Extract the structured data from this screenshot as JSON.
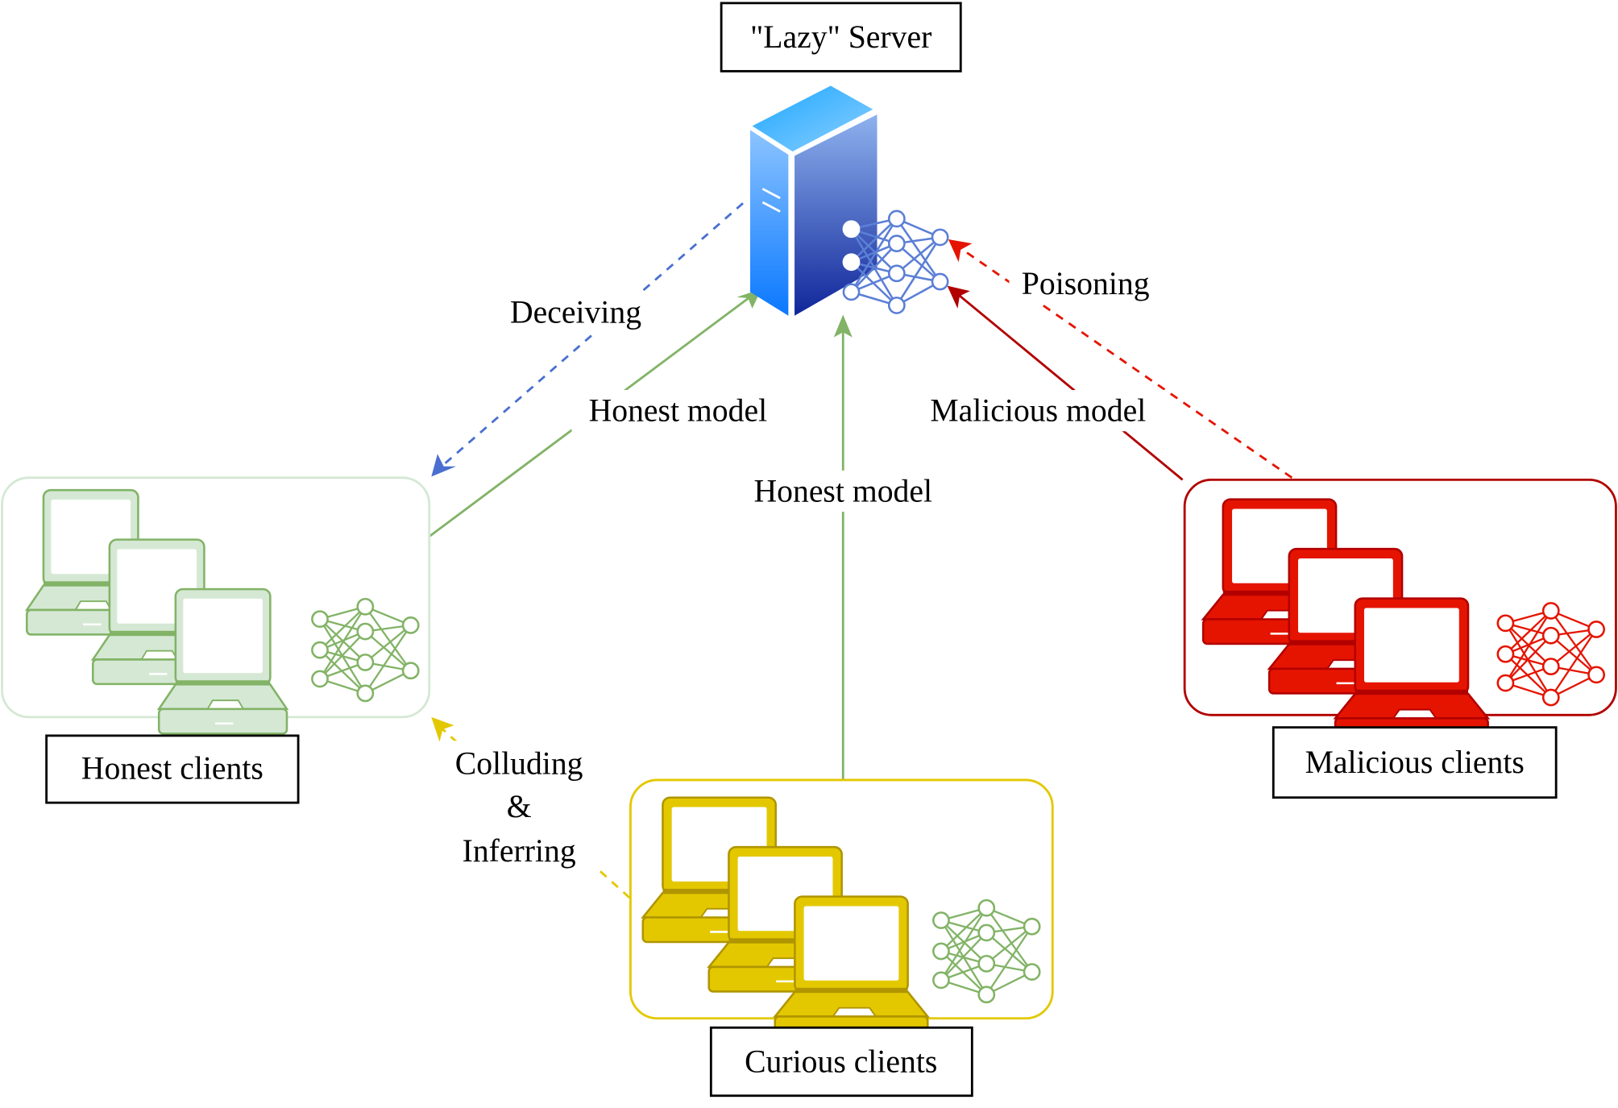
{
  "title": "Lazy server federated learning threat model",
  "server": {
    "label": "\"Lazy\" Server",
    "icon": "server-icon",
    "model_icon": "neural-network-icon",
    "model_color": "#5b7fd6"
  },
  "groups": [
    {
      "id": "honest",
      "label": "Honest clients",
      "laptop_color": "#d5e8d4",
      "laptop_stroke": "#82b366",
      "border_color": "#d5e8d4",
      "model_color": "#82b366",
      "laptop_count": 3
    },
    {
      "id": "curious",
      "label": "Curious clients",
      "laptop_color": "#e3c800",
      "laptop_stroke": "#b09500",
      "border_color": "#e3c800",
      "model_color": "#82b366",
      "laptop_count": 3
    },
    {
      "id": "malicious",
      "label": "Malicious clients",
      "laptop_color": "#e51400",
      "laptop_stroke": "#b20000",
      "border_color": "#b20000",
      "model_color": "#e51400",
      "laptop_count": 3
    }
  ],
  "edges": [
    {
      "id": "deceiving",
      "label": "Deceiving",
      "from": "server",
      "to": "honest",
      "style": "dashed",
      "color": "#4a6fd0"
    },
    {
      "id": "honest-model-honest",
      "label": "Honest model",
      "from": "honest",
      "to": "server",
      "style": "solid",
      "color": "#82b366"
    },
    {
      "id": "honest-model-curious",
      "label": "Honest model",
      "from": "curious",
      "to": "server",
      "style": "solid",
      "color": "#82b366"
    },
    {
      "id": "malicious-model",
      "label": "Malicious model",
      "from": "malicious",
      "to": "server",
      "style": "solid",
      "color": "#b20000"
    },
    {
      "id": "poisoning",
      "label": "Poisoning",
      "from": "malicious",
      "to": "server",
      "style": "dashed",
      "color": "#e51400"
    },
    {
      "id": "colluding",
      "label_lines": [
        "Colluding",
        "&",
        "Inferring"
      ],
      "from": "curious",
      "to": "honest",
      "style": "dashed",
      "color": "#e3c800"
    }
  ]
}
